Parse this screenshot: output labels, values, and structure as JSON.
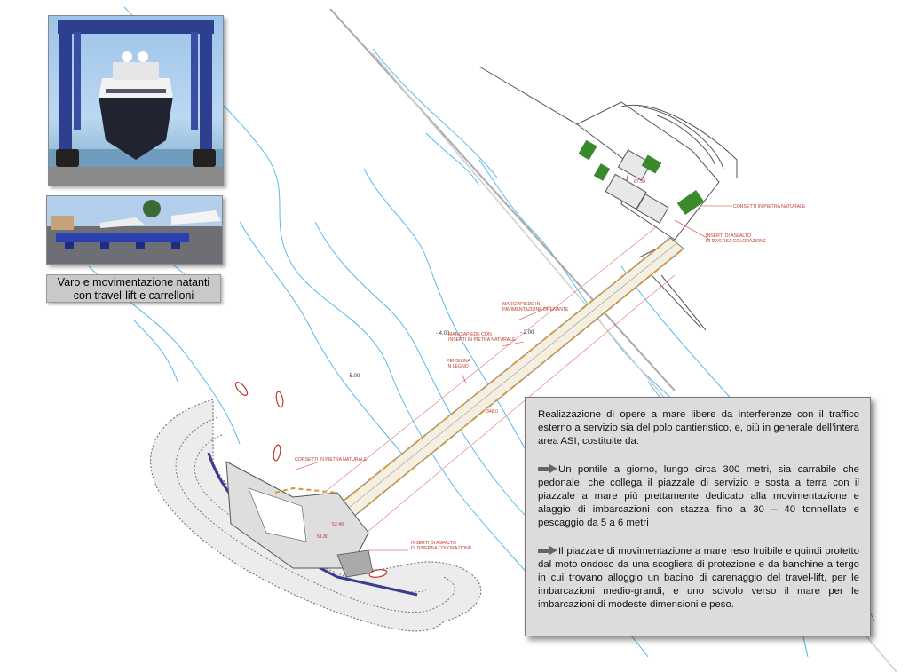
{
  "caption": {
    "line1": "Varo e movimentazione natanti",
    "line2": "con travel-lift e carrelloni"
  },
  "description": {
    "intro": "Realizzazione di opere a mare libere da interferenze con il traffico esterno a servizio sia del polo cantieristico, e, più in generale dell’intera area ASI, costituite da:",
    "item1": "Un pontile a giorno, lungo circa 300 metri, sia carrabile che pedonale, che collega il piazzale di servizio e sosta a terra con il piazzale a mare più prettamente dedicato alla movimentazione e alaggio di imbarcazioni con stazza fino a 30 – 40 tonnellate e pescaggio da 5 a 6 metri",
    "item2": "Il piazzale di movimentazione a mare reso fruibile e quindi protetto dal moto ondoso da una scogliera di protezione e da banchine a tergo in cui trovano alloggio un bacino di carenaggio del travel-lift, per le imbarcazioni medio-grandi, e uno scivolo verso il mare per le imbarcazioni di modeste dimensioni e peso."
  },
  "plan_labels": {
    "corsetti_land": "CORSETTI IN PIETRA NATURALE",
    "inserti_land_1": "INSERTI DI ASFALTO",
    "inserti_land_2": "DI DIVERSA COLORAZIONE",
    "marciapiede_1a": "MARCIAPIEDE IN",
    "marciapiede_1b": "PAVIMENTAZIONE DRENANTE",
    "marciapiede_2a": "MARCIAPIEDE CON",
    "marciapiede_2b": "INSERTI IN PIETRA NATURALE",
    "pensilina_a": "PENSILINA",
    "pensilina_b": "IN LEGNO",
    "corsetti_sea": "CORSETTI IN PIETRA NATURALE",
    "inserti_sea_1": "INSERTI DI ASFALTO",
    "inserti_sea_2": "DI DIVERSA COLORAZIONE",
    "depth_4": "- 4.00",
    "depth_2": "- 2.00",
    "depth_5": "- 5.00",
    "dim_348": "348.0",
    "dim_5240": "52.40",
    "dim_5180": "51.80",
    "dim_6750": "67.50"
  },
  "colors": {
    "bathymetry": "#5bb8e8",
    "plan_line": "#555555",
    "annotation": "#c0392b",
    "hedge": "#3a8a2c",
    "textbox_bg": "#dcdcdc",
    "caption_bg": "#c9c9c9"
  }
}
